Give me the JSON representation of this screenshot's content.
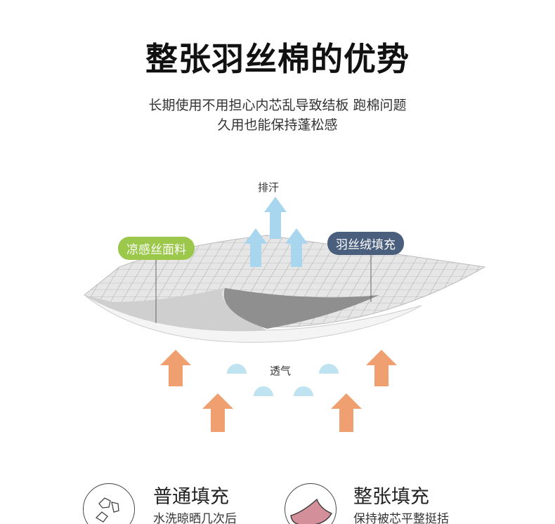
{
  "title": "整张羽丝棉的优势",
  "subtitle_line1": "长期使用不用担心内芯乱导致结板 跑棉问题",
  "subtitle_line2": "久用也能保持蓬松感",
  "diagram": {
    "sweat_label": "排汗",
    "fabric_tag": "凉感丝面料",
    "filling_tag": "羽丝绒填充",
    "breath_label": "透气",
    "colors": {
      "fabric_tag": "#9bc74a",
      "filling_tag": "#4a5f7e",
      "up_arrow": "#a9d6ef",
      "heat_arrow": "#f0a070"
    }
  },
  "features": [
    {
      "title": "普通填充",
      "subtitle": "水洗晾晒几次后"
    },
    {
      "title": "整张填充",
      "subtitle": "保持被芯平整挺括"
    }
  ]
}
